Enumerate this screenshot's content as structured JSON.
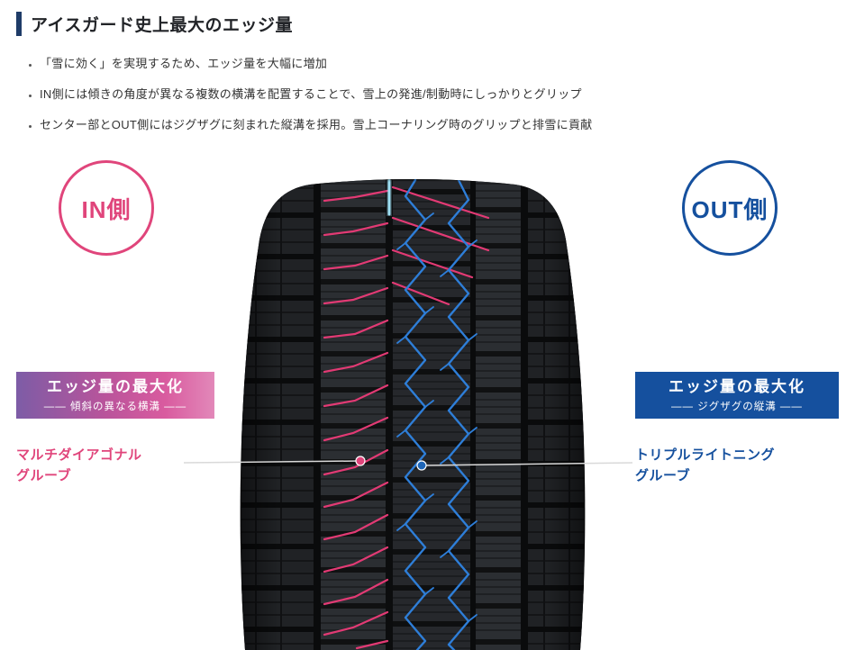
{
  "header": {
    "title": "アイスガード史上最大のエッジ量"
  },
  "bullets": [
    "「雪に効く」を実現するため、エッジ量を大幅に増加",
    "IN側には傾きの角度が異なる複数の横溝を配置することで、雪上の発進/制動時にしっかりとグリップ",
    "センター部とOUT側にはジグザグに刻まれた縦溝を採用。雪上コーナリング時のグリップと排雪に貢献"
  ],
  "labels": {
    "in_side": "IN側",
    "out_side": "OUT側"
  },
  "left_callout": {
    "banner_title": "エッジ量の最大化",
    "banner_subtitle": "―― 傾斜の異なる横溝 ――",
    "groove_name": "マルチダイアゴナル\nグルーブ"
  },
  "right_callout": {
    "banner_title": "エッジ量の最大化",
    "banner_subtitle": "―― ジグザグの縦溝 ――",
    "groove_name": "トリプルライトニング\nグルーブ"
  },
  "colors": {
    "header_accent": "#1f3c68",
    "in_pink": "#e0457b",
    "out_blue": "#15509e",
    "banner_gradient_start": "#7d5ca6",
    "banner_gradient_end": "#e288b9",
    "groove_pink": "#e23a74",
    "zigzag_blue": "#2e7ed8",
    "center_highlight_cyan": "#9fe0f4",
    "tire_dark": "#17181a"
  }
}
